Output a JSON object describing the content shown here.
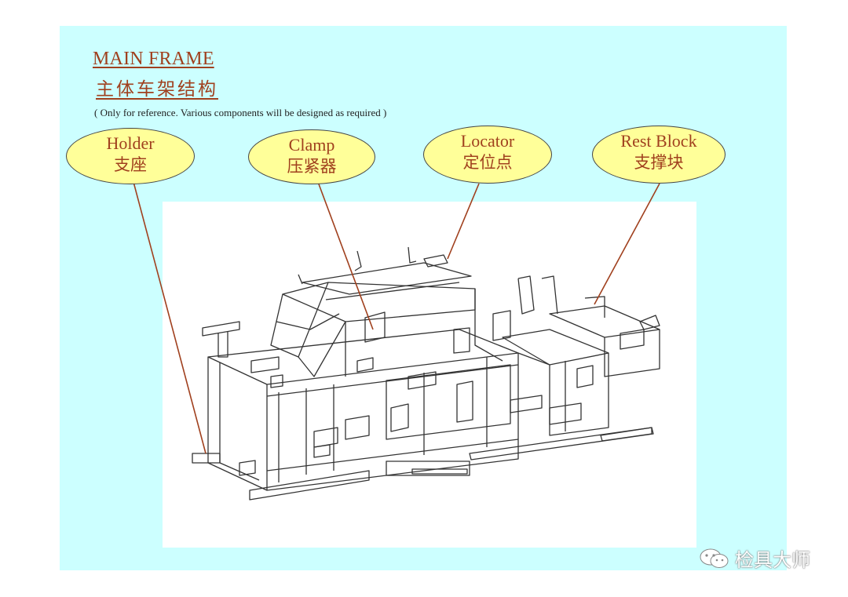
{
  "title": {
    "en": "MAIN FRAME",
    "zh": "主体车架结构",
    "note": "( Only for reference. Various components will be designed as required )"
  },
  "callouts": [
    {
      "id": "holder",
      "en": "Holder",
      "zh": "支座"
    },
    {
      "id": "clamp",
      "en": "Clamp",
      "zh": "压紧器"
    },
    {
      "id": "locator",
      "en": "Locator",
      "zh": "定位点"
    },
    {
      "id": "rest-block",
      "en": "Rest Block",
      "zh": "支撑块"
    }
  ],
  "watermark": {
    "text": "检具大师",
    "icon": "wechat-icon"
  },
  "colors": {
    "background": "#ccffff",
    "callout_fill": "#ffff99",
    "text": "#a0401e",
    "leader": "#a0401e",
    "drawing": "#333333"
  }
}
